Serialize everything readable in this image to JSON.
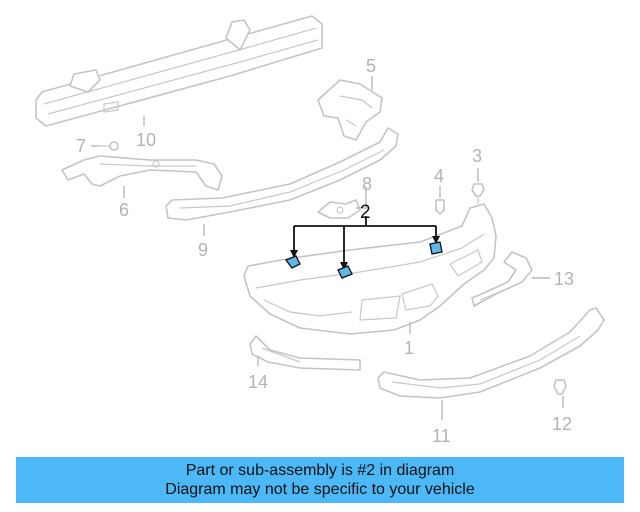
{
  "colors": {
    "banner_bg": "#4db8f7",
    "highlight_clip": "#5fb9e8",
    "part_outline": "#c4c4c4",
    "callout_text": "#b3b3b3"
  },
  "diagram": {
    "highlighted_part": "2",
    "callouts": {
      "c1": "1",
      "c2": "2",
      "c3": "3",
      "c4": "4",
      "c5": "5",
      "c6": "6",
      "c7": "7",
      "c8": "8",
      "c9": "9",
      "c10": "10",
      "c11": "11",
      "c12": "12",
      "c13": "13",
      "c14": "14"
    }
  },
  "banner": {
    "line1": "Part or sub-assembly is #2 in diagram",
    "line2": "Diagram may not be specific to your vehicle"
  }
}
